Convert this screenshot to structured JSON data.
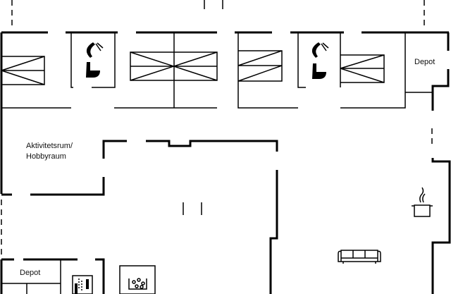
{
  "labels": {
    "depot_top": "Depot",
    "activity_line1": "Aktivitetsrum/",
    "activity_line2": "Hobbyraum",
    "depot_bottom": "Depot"
  },
  "icons": [
    "bed-icon",
    "shower-icon",
    "toilet-icon",
    "sauna-icon",
    "jacuzzi-icon",
    "cooking-pot-icon",
    "sofa-icon"
  ]
}
